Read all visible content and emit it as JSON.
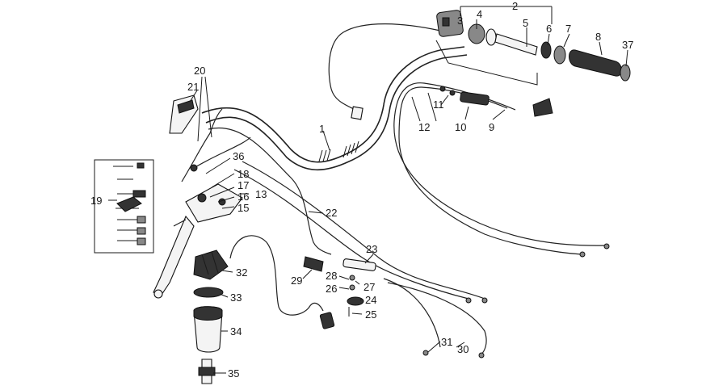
{
  "diagram": {
    "callouts": [
      {
        "id": "c1",
        "text": "1"
      },
      {
        "id": "c2",
        "text": "2"
      },
      {
        "id": "c4",
        "text": "4"
      },
      {
        "id": "c3",
        "text": "3"
      },
      {
        "id": "c5",
        "text": "5"
      },
      {
        "id": "c6",
        "text": "6"
      },
      {
        "id": "c7",
        "text": "7"
      },
      {
        "id": "c8",
        "text": "8"
      },
      {
        "id": "c37",
        "text": "37"
      },
      {
        "id": "c11",
        "text": "11"
      },
      {
        "id": "c12",
        "text": "12"
      },
      {
        "id": "c10",
        "text": "10"
      },
      {
        "id": "c9",
        "text": "9"
      },
      {
        "id": "c20",
        "text": "20"
      },
      {
        "id": "c21",
        "text": "21"
      },
      {
        "id": "c36",
        "text": "36"
      },
      {
        "id": "c18",
        "text": "18"
      },
      {
        "id": "c17",
        "text": "17"
      },
      {
        "id": "c16",
        "text": "16"
      },
      {
        "id": "c13",
        "text": "13"
      },
      {
        "id": "c15",
        "text": "15"
      },
      {
        "id": "c19",
        "text": "19"
      },
      {
        "id": "c22",
        "text": "22"
      },
      {
        "id": "c23",
        "text": "23"
      },
      {
        "id": "c28",
        "text": "28"
      },
      {
        "id": "c27",
        "text": "27"
      },
      {
        "id": "c29",
        "text": "29"
      },
      {
        "id": "c26",
        "text": "26"
      },
      {
        "id": "c24",
        "text": "24"
      },
      {
        "id": "c25",
        "text": "25"
      },
      {
        "id": "c32",
        "text": "32"
      },
      {
        "id": "c33",
        "text": "33"
      },
      {
        "id": "c34",
        "text": "34"
      },
      {
        "id": "c35",
        "text": "35"
      },
      {
        "id": "c31",
        "text": "31"
      },
      {
        "id": "c30",
        "text": "30"
      }
    ]
  }
}
